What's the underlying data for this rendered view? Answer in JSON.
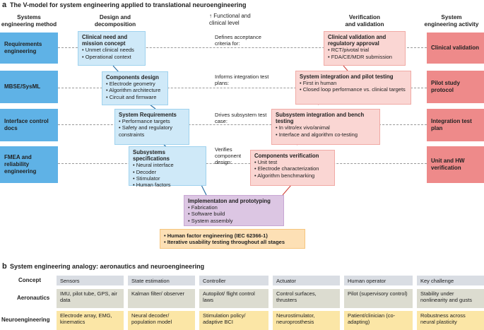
{
  "panel_a": {
    "letter": "a",
    "title": "The V-model for system engineering applied to translational neuroengineering",
    "headers": {
      "method": "Systems\nengineering method",
      "design": "Design and\ndecomposition",
      "functional": "↑ Functional and\nclinical level",
      "verification": "Verification\nand validation",
      "activity": "System\nengineering activity"
    },
    "methods": [
      "Requirements engineering",
      "MBSE/SysML",
      "Interface control docs",
      "FMEA and reliability engineering"
    ],
    "activities": [
      "Clinical validation",
      "Pilot study protocol",
      "Integration test plan",
      "Unit and HW verification"
    ],
    "middle_labels": [
      "Defines acceptance criteria for:",
      "Informs integration test plans:",
      "Drives subsystem test case:",
      "Verifies component design:"
    ],
    "design_boxes": [
      {
        "title": "Clinical need and mission concept",
        "items": [
          "Unmet clinical needs",
          "Operational context"
        ]
      },
      {
        "title": "Components design",
        "items": [
          "Electrode geometry",
          "Algorithm architecture",
          "Circuit and firmware"
        ]
      },
      {
        "title": "System Requirements",
        "items": [
          "Performance targets",
          "Safety and regulatory constraints"
        ]
      },
      {
        "title": "Subsystems specifications",
        "items": [
          "Neural interface",
          "Decoder",
          "Stimulator",
          "Human factors"
        ]
      }
    ],
    "verify_boxes": [
      {
        "title": "Clinical validation and regulatory approval",
        "items": [
          "RCT/pivotal trial",
          "FDA/CE/MDR submission"
        ]
      },
      {
        "title": "System integration and pilot testing",
        "items": [
          "First in human",
          "Closed loop performance vs. clinical targets"
        ]
      },
      {
        "title": "Subsystem integration and bench testing",
        "items": [
          "In vitro/ex vivo/animal",
          "Interface and algorithm co-testing"
        ]
      },
      {
        "title": "Components verification",
        "items": [
          "Unit test",
          "Electrode characterization",
          "Algorithm benchmarking"
        ]
      }
    ],
    "implementation": {
      "title": "Implementaton and prototyping",
      "items": [
        "Fabrication",
        "Software build",
        "System assembly"
      ]
    },
    "human_factor": [
      "Human factor engineering (IEC 62366-1)",
      "Iterative usability testing throughout all stages"
    ]
  },
  "panel_b": {
    "letter": "b",
    "title": "System engineering analogy: aeronautics and neuroengineering",
    "row_labels": [
      "Concept",
      "Aeronautics",
      "Neuroengineering"
    ],
    "columns": [
      "Sensors",
      "State estimation",
      "Controller",
      "Actuator",
      "Human operator",
      "Key challenge"
    ],
    "aeronautics": [
      "IMU, pilot tube, GPS, air data",
      "Kalman filter/ observer",
      "Autopilot/ flight control laws",
      "Control surfaces, thrusters",
      "Pilot (supervisory control)",
      "Stability under nonlinearity and gusts"
    ],
    "neuroengineering": [
      "Electrode array, EMG, kinematics",
      "Neural decoder/ population model",
      "Stimulation policy/ adaptive BCI",
      "Neurostimulator, neuroprosthesis",
      "Patient/clinician (co-adapting)",
      "Robustness across neural plasticity"
    ]
  },
  "colors": {
    "method_blue": "#5fb2e6",
    "design_blue": "#cfe9f8",
    "verify_pink": "#fad6d3",
    "activity_red": "#ee8a8a",
    "implementation_purple": "#dcc6e3",
    "human_factor_orange": "#fde0b5",
    "table_header_grey": "#d9dde3",
    "aero_row": "#dcdcd0",
    "neuro_row": "#fbe6a6"
  }
}
